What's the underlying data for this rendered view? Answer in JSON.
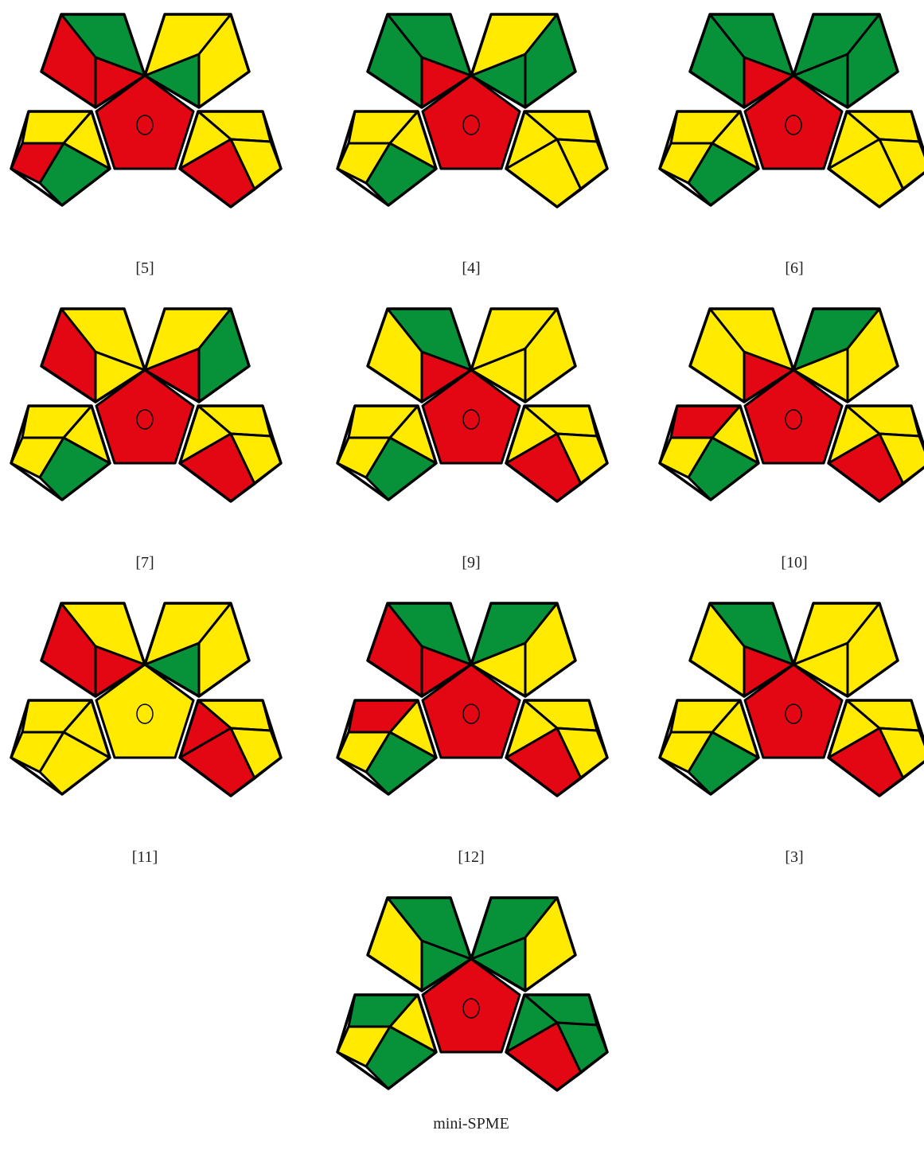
{
  "colors": {
    "green": "#07923a",
    "yellow": "#ffea00",
    "red": "#e30613"
  },
  "pictograms": [
    {
      "label": "[5]",
      "center": "red",
      "petals": [
        [
          "red",
          "red",
          "green"
        ],
        [
          "green",
          "yellow",
          "yellow"
        ],
        [
          "yellow",
          "red",
          "green",
          "yellow"
        ],
        [
          "yellow",
          "yellow",
          "red",
          "yellow"
        ]
      ]
    },
    {
      "label": "[4]",
      "center": "red",
      "petals": [
        [
          "green",
          "red",
          "green"
        ],
        [
          "green",
          "yellow",
          "green"
        ],
        [
          "yellow",
          "yellow",
          "green",
          "yellow"
        ],
        [
          "yellow",
          "yellow",
          "yellow",
          "yellow"
        ]
      ]
    },
    {
      "label": "[6]",
      "center": "red",
      "petals": [
        [
          "green",
          "red",
          "green"
        ],
        [
          "green",
          "green",
          "green"
        ],
        [
          "yellow",
          "yellow",
          "green",
          "yellow"
        ],
        [
          "yellow",
          "yellow",
          "yellow",
          "yellow"
        ]
      ]
    },
    {
      "label": "[7]",
      "center": "red",
      "petals": [
        [
          "red",
          "yellow",
          "yellow"
        ],
        [
          "red",
          "yellow",
          "green"
        ],
        [
          "yellow",
          "yellow",
          "green",
          "yellow"
        ],
        [
          "yellow",
          "yellow",
          "red",
          "yellow"
        ]
      ]
    },
    {
      "label": "[9]",
      "center": "red",
      "petals": [
        [
          "yellow",
          "red",
          "green"
        ],
        [
          "yellow",
          "yellow",
          "yellow"
        ],
        [
          "yellow",
          "yellow",
          "green",
          "yellow"
        ],
        [
          "yellow",
          "yellow",
          "red",
          "yellow"
        ]
      ]
    },
    {
      "label": "[10]",
      "center": "red",
      "petals": [
        [
          "yellow",
          "red",
          "yellow"
        ],
        [
          "yellow",
          "green",
          "yellow"
        ],
        [
          "red",
          "yellow",
          "green",
          "yellow"
        ],
        [
          "yellow",
          "yellow",
          "red",
          "yellow"
        ]
      ]
    },
    {
      "label": "[11]",
      "center": "yellow",
      "petals": [
        [
          "red",
          "red",
          "yellow"
        ],
        [
          "green",
          "yellow",
          "yellow"
        ],
        [
          "yellow",
          "yellow",
          "yellow",
          "yellow"
        ],
        [
          "yellow",
          "red",
          "red",
          "yellow"
        ]
      ]
    },
    {
      "label": "[12]",
      "center": "red",
      "petals": [
        [
          "red",
          "red",
          "green"
        ],
        [
          "yellow",
          "green",
          "yellow"
        ],
        [
          "red",
          "yellow",
          "green",
          "yellow"
        ],
        [
          "yellow",
          "yellow",
          "red",
          "yellow"
        ]
      ]
    },
    {
      "label": "[3]",
      "center": "red",
      "petals": [
        [
          "yellow",
          "red",
          "green"
        ],
        [
          "yellow",
          "yellow",
          "yellow"
        ],
        [
          "yellow",
          "yellow",
          "green",
          "yellow"
        ],
        [
          "yellow",
          "yellow",
          "red",
          "yellow"
        ]
      ]
    },
    {
      "label": "mini-SPME",
      "center": "red",
      "petals": [
        [
          "yellow",
          "green",
          "green"
        ],
        [
          "green",
          "green",
          "yellow"
        ],
        [
          "green",
          "yellow",
          "green",
          "yellow"
        ],
        [
          "green",
          "green",
          "red",
          "green"
        ]
      ]
    }
  ]
}
